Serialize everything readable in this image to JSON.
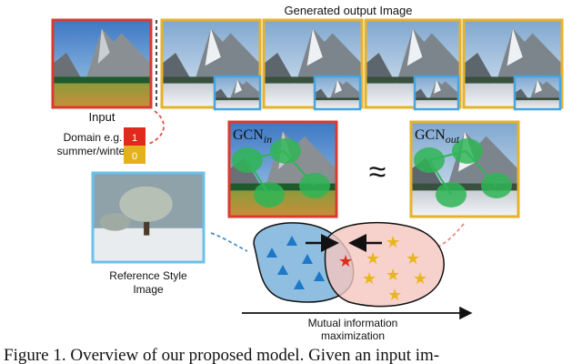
{
  "figure": {
    "generated_title": "Generated output Image",
    "input_label": "Input",
    "domain_label_line1": "Domain e.g.",
    "domain_label_line2": "summer/winter",
    "domain_bit_top": "1",
    "domain_bit_bottom": "0",
    "gcn_in_label": "GCN",
    "gcn_in_sub": "in",
    "gcn_out_label": "GCN",
    "gcn_out_sub": "out",
    "approx_symbol": "≈",
    "reference_label_line1": "Reference Style",
    "reference_label_line2": "Image",
    "mi_label_line1": "Mutual information",
    "mi_label_line2": "maximization"
  },
  "caption": {
    "text": "Figure 1.  Overview of our proposed model.  Given an input im-"
  },
  "colors": {
    "input_frame": "#d93b2f",
    "output_frame": "#e6b22a",
    "reference_frame": "#6cc0ea",
    "inset_frame": "#45a5e0",
    "node_green": "#2fb556",
    "blob_blue": "#6aa8d6",
    "blob_pink": "#f5c6bf"
  }
}
